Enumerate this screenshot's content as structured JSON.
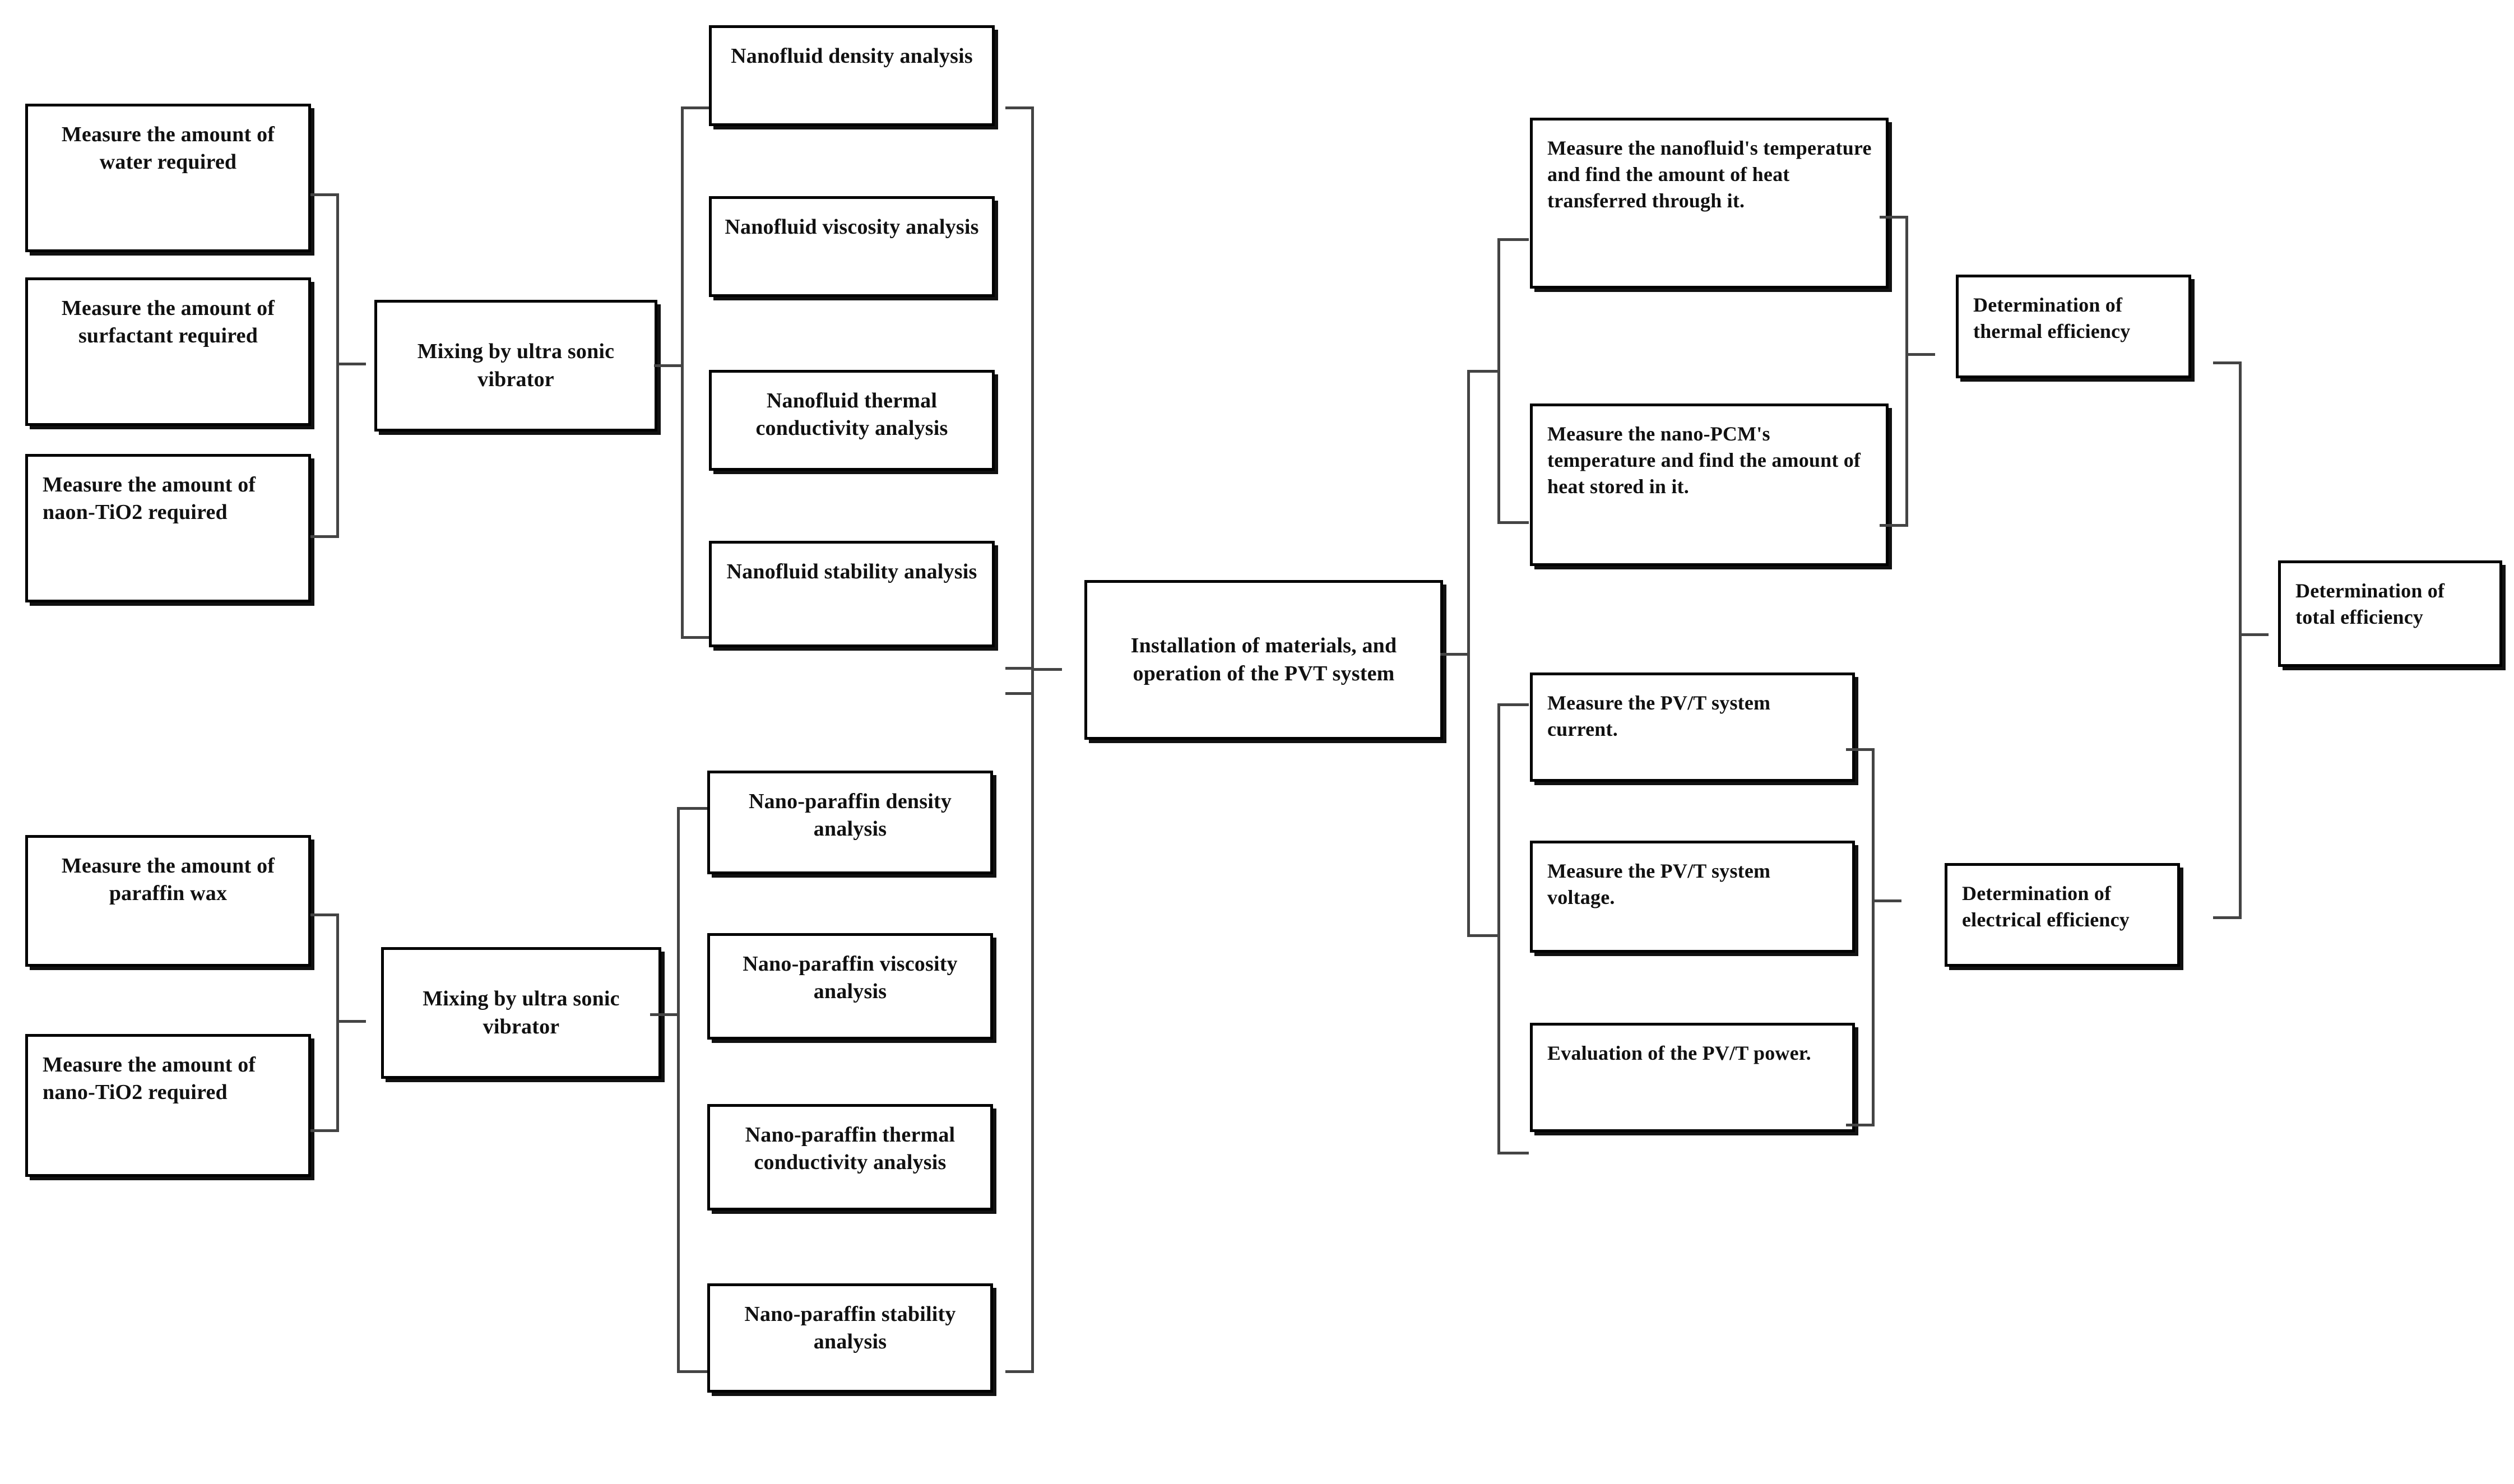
{
  "diagram": {
    "title": "PVT system nanofluid and nano-PCM experimental methodology flowchart",
    "type": "process-flowchart",
    "colors": {
      "box_border": "#000000",
      "box_fill": "#ffffff",
      "connector": "#444444",
      "text": "#111111"
    },
    "nodes": {
      "water": "Measure the amount of water required",
      "surfactant": "Measure the amount of surfactant required",
      "naon_tio2": "Measure the amount of naon-TiO2 required",
      "mixing_nanofluid": "Mixing by ultra sonic vibrator",
      "nf_density": "Nanofluid density analysis",
      "nf_viscosity": "Nanofluid viscosity analysis",
      "nf_thermal": "Nanofluid thermal conductivity analysis",
      "nf_stability": "Nanofluid stability analysis",
      "paraffin_wax": "Measure the amount of paraffin wax",
      "nano_tio2": "Measure the amount of nano-TiO2 required",
      "mixing_paraffin": "Mixing by ultra sonic vibrator",
      "np_density": "Nano-paraffin density analysis",
      "np_viscosity": "Nano-paraffin viscosity analysis",
      "np_thermal": "Nano-paraffin thermal conductivity analysis",
      "np_stability": "Nano-paraffin stability analysis",
      "installation": "Installation of materials, and operation of the PVT system",
      "nanofluid_temp": "Measure the nanofluid's temperature and find the amount of heat transferred through it.",
      "nanopcm_temp": "Measure the nano-PCM's temperature and find the amount of heat stored in it.",
      "pvt_current": "Measure the PV/T system current.",
      "pvt_voltage": "Measure the PV/T system voltage.",
      "pvt_power": "Evaluation of the PV/T power.",
      "thermal_efficiency": "Determination of thermal efficiency",
      "electrical_efficiency": "Determination of electrical efficiency",
      "total_efficiency": "Determination of total efficiency"
    },
    "edges": [
      {
        "from": [
          "water",
          "surfactant",
          "naon_tio2"
        ],
        "to": "mixing_nanofluid",
        "style": "bracket-left-group"
      },
      {
        "from": "mixing_nanofluid",
        "to": [
          "nf_density",
          "nf_viscosity",
          "nf_thermal",
          "nf_stability"
        ],
        "style": "bracket-right-group"
      },
      {
        "from": [
          "nf_density",
          "nf_viscosity",
          "nf_thermal",
          "nf_stability"
        ],
        "to": "installation",
        "style": "bracket-left-group"
      },
      {
        "from": [
          "paraffin_wax",
          "nano_tio2"
        ],
        "to": "mixing_paraffin",
        "style": "bracket-left-group"
      },
      {
        "from": "mixing_paraffin",
        "to": [
          "np_density",
          "np_viscosity",
          "np_thermal",
          "np_stability"
        ],
        "style": "bracket-right-group"
      },
      {
        "from": [
          "np_density",
          "np_viscosity",
          "np_thermal",
          "np_stability"
        ],
        "to": "installation",
        "style": "bracket-left-group"
      },
      {
        "from": "installation",
        "to": [
          "nanofluid_temp",
          "nanopcm_temp",
          "pvt_current",
          "pvt_voltage",
          "pvt_power"
        ],
        "style": "bracket-right-group"
      },
      {
        "from": [
          "nanofluid_temp",
          "nanopcm_temp"
        ],
        "to": "thermal_efficiency",
        "style": "bracket-left-group"
      },
      {
        "from": [
          "pvt_current",
          "pvt_voltage",
          "pvt_power"
        ],
        "to": "electrical_efficiency",
        "style": "bracket-left-group"
      },
      {
        "from": [
          "thermal_efficiency",
          "electrical_efficiency"
        ],
        "to": "total_efficiency",
        "style": "bracket-left-group"
      }
    ]
  }
}
